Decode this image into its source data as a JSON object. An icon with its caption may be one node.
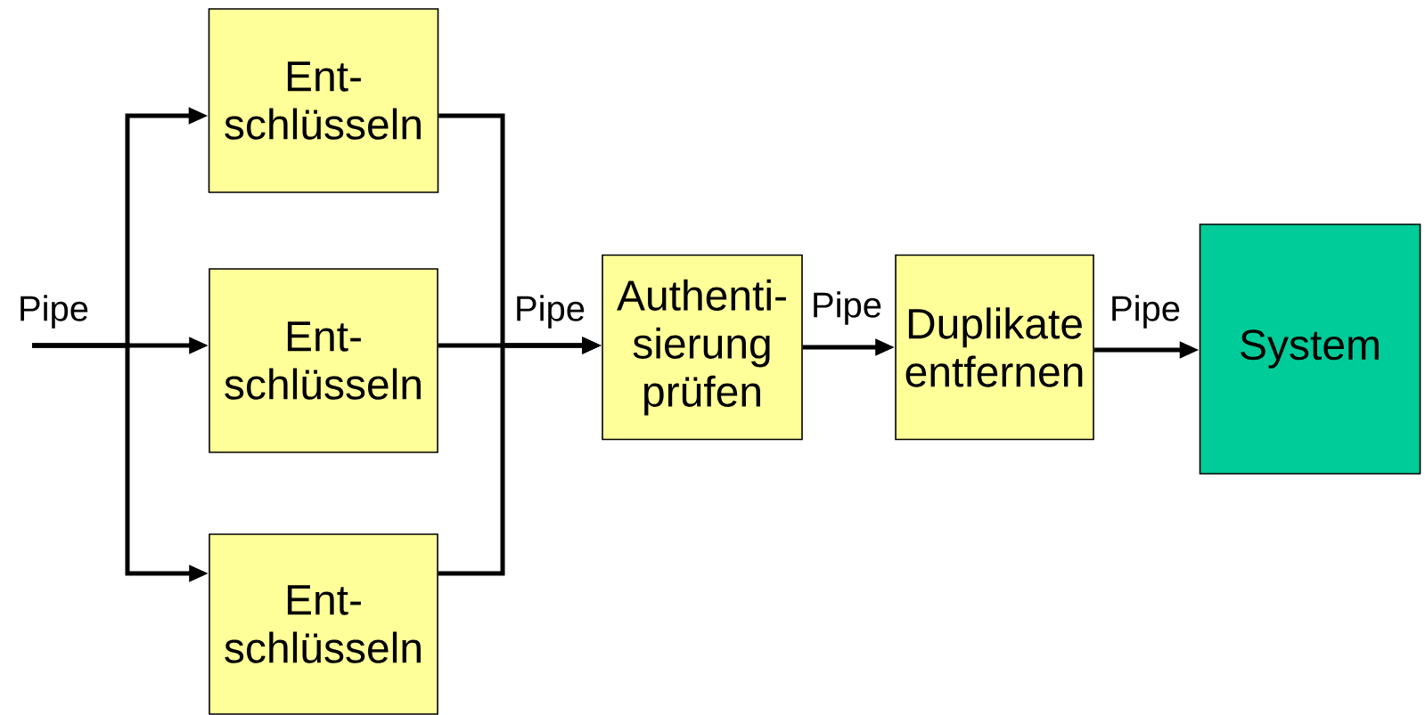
{
  "diagram": {
    "nodes": [
      {
        "text": [
          "Ent- schlüsseln"
        ]
      },
      {
        "text": [
          "Ent- schlüsseln"
        ]
      },
      {
        "text": [
          "Ent- schlüsseln"
        ]
      },
      {
        "text": [
          "Authenti- sierung prüfen"
        ]
      },
      {
        "text": [
          "Duplikate entfernen"
        ]
      },
      {
        "text": [
          "System"
        ]
      }
    ],
    "edges": [
      {
        "from": null,
        "to": 0,
        "arrow": "to"
      },
      {
        "from": null,
        "to": 1,
        "arrow": "to",
        "label": "Pipe"
      },
      {
        "from": null,
        "to": 2,
        "arrow": "to"
      },
      {
        "from": 0,
        "to": 3,
        "arrow": "to"
      },
      {
        "from": 1,
        "to": 3,
        "arrow": "to",
        "label": "Pipe"
      },
      {
        "from": 2,
        "to": 3,
        "arrow": "to"
      },
      {
        "from": 3,
        "to": 4,
        "arrow": "to",
        "label": "Pipe"
      },
      {
        "from": 4,
        "to": 5,
        "arrow": "to",
        "label": "Pipe"
      }
    ]
  }
}
